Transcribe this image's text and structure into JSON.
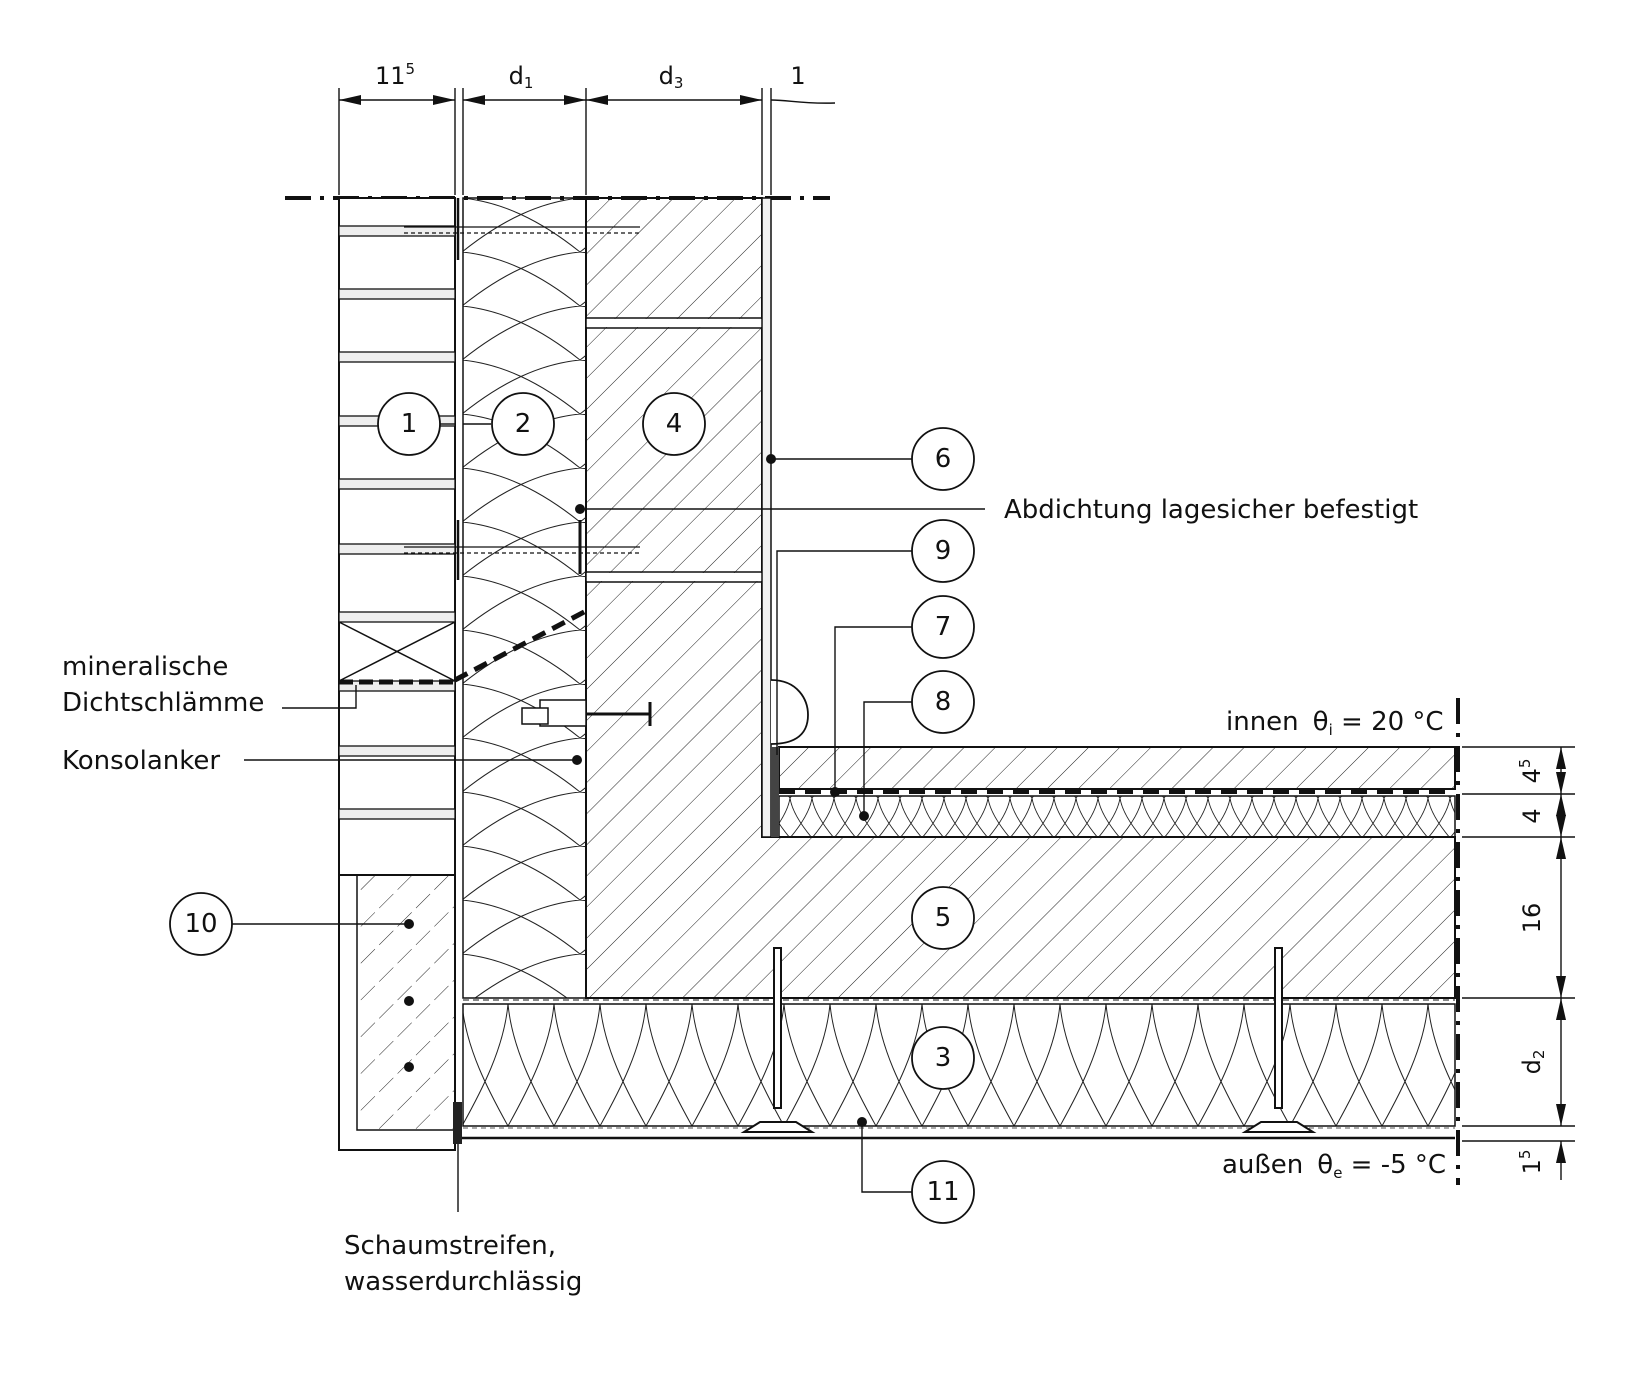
{
  "dimensions_top": [
    {
      "base": "11",
      "sup": "5"
    },
    {
      "base": "d",
      "sub": "1"
    },
    {
      "base": "d",
      "sub": "3"
    },
    {
      "base": "1"
    }
  ],
  "dimensions_right": [
    {
      "base": "4",
      "sup": "5"
    },
    {
      "base": "4"
    },
    {
      "base": "16"
    },
    {
      "base": "d",
      "sub": "2"
    },
    {
      "base": "1",
      "sup": "5"
    }
  ],
  "markers": [
    "1",
    "2",
    "3",
    "4",
    "5",
    "6",
    "7",
    "8",
    "9",
    "10",
    "11"
  ],
  "labels": {
    "abdichtung": "Abdichtung lagesicher befestigt",
    "dichtschlaemme_1": "mineralische",
    "dichtschlaemme_2": "Dichtschlämme",
    "konsolanker": "Konsolanker",
    "schaumstreifen_1": "Schaumstreifen,",
    "schaumstreifen_2": "wasserdurchlässig"
  },
  "climate": {
    "inside_label": "innen",
    "inside_symbol": "θ",
    "inside_sub": "i",
    "inside_value": " = 20 °C",
    "outside_label": "außen",
    "outside_symbol": "θ",
    "outside_sub": "e",
    "outside_value": " = -5 °C"
  }
}
